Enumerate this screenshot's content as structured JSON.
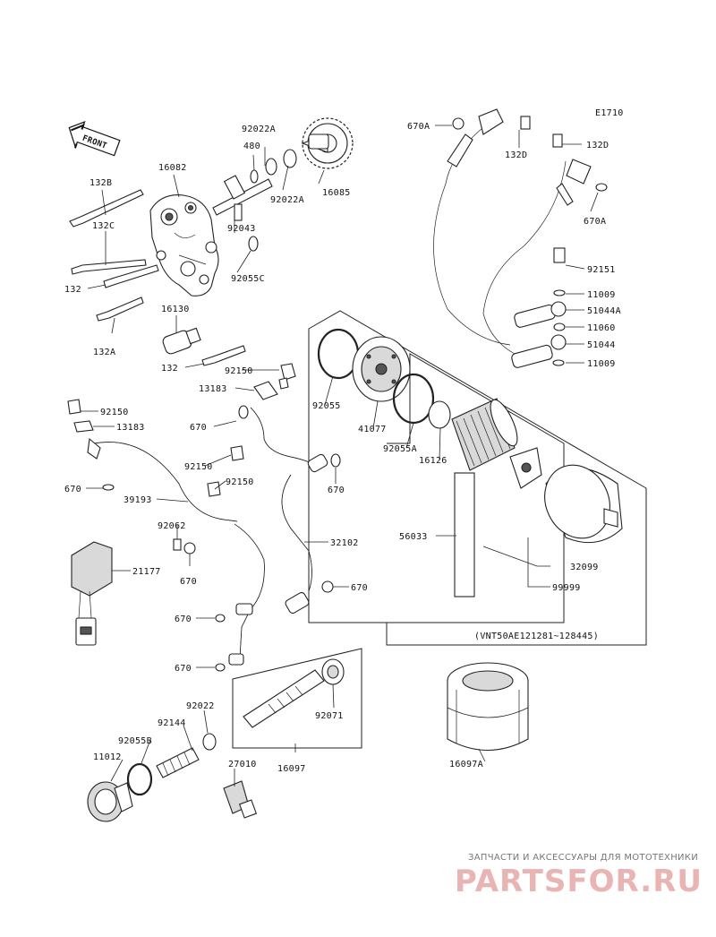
{
  "diagram": {
    "code": "E1710",
    "front_label": "FRONT",
    "range_note": "(VNT50AE121281~128445)",
    "parts": {
      "p92022A_top": "92022A",
      "p480": "480",
      "p16082": "16082",
      "p92022A_mid": "92022A",
      "p16085": "16085",
      "p132B": "132B",
      "p92043": "92043",
      "p132C": "132C",
      "p92055C": "92055C",
      "p132": "132",
      "p16130": "16130",
      "p132A": "132A",
      "p132_low": "132",
      "p92150_a": "92150",
      "p13183_a": "13183",
      "p670A_top": "670A",
      "p132D_top": "132D",
      "p132D_right": "132D",
      "p670A_right": "670A",
      "p92151": "92151",
      "p11009_a": "11009",
      "p51044A": "51044A",
      "p11060": "11060",
      "p51044": "51044",
      "p11009_b": "11009",
      "p92150_b": "92150",
      "p13183_b": "13183",
      "p670_a": "670",
      "p92055": "92055",
      "p41077": "41077",
      "p92055A": "92055A",
      "p16126": "16126",
      "p670_b": "670",
      "p92150_c": "92150",
      "p92150_d": "92150",
      "p39193": "39193",
      "p670_c": "670",
      "p56033": "56033",
      "p92062": "92062",
      "p32102": "32102",
      "p670_d": "670",
      "p21177": "21177",
      "p670_e": "670",
      "p32099": "32099",
      "p99999": "99999",
      "p670_f": "670",
      "p670_g": "670",
      "p92022": "92022",
      "p92071": "92071",
      "p92144": "92144",
      "p92055B": "92055B",
      "p16097": "16097",
      "p11012": "11012",
      "p27010": "27010",
      "p16097A": "16097A"
    }
  },
  "watermark": {
    "subtitle": "ЗАПЧАСТИ И АКСЕССУАРЫ ДЛЯ МОТОТЕХНИКИ",
    "logo": "PARTSFOR.RU"
  }
}
